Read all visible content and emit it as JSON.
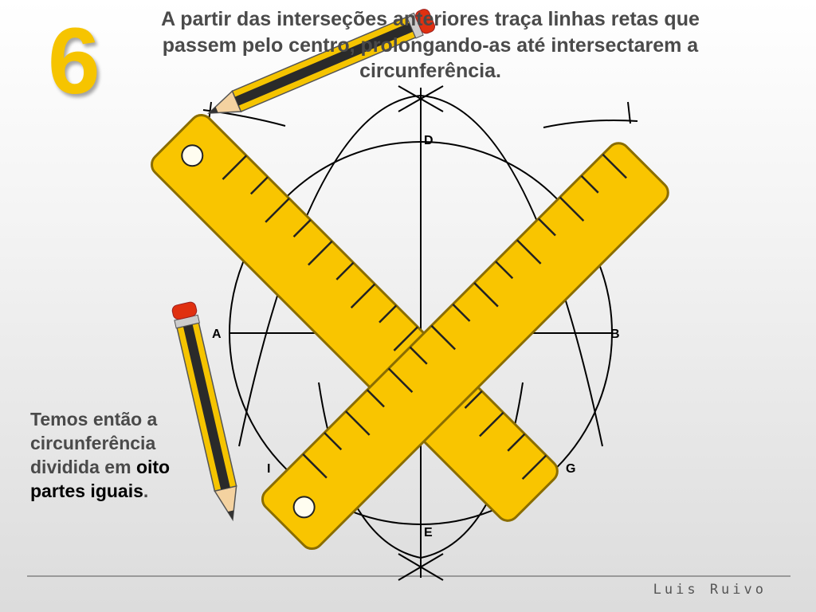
{
  "step_number": "6",
  "title": "A partir das interseções anteriores traça linhas retas que passem pelo centro, prolongando-as até intersectarem a circunferência.",
  "caption": {
    "part1": "Temos então a circunferência dividida em ",
    "emphasis": "oito partes iguais",
    "period": "."
  },
  "author": "Luis Ruivo",
  "points": {
    "A": "A",
    "B": "B",
    "D": "D",
    "E": "E",
    "G": "G",
    "I": "I"
  },
  "colors": {
    "ruler": "#f9c500",
    "ruler_edge": "#8a6d00",
    "step_number": "#f6c400",
    "pencil_body": "#f5c400",
    "pencil_eraser": "#e03010"
  },
  "icons": [
    "ruler-icon",
    "pencil-icon"
  ]
}
